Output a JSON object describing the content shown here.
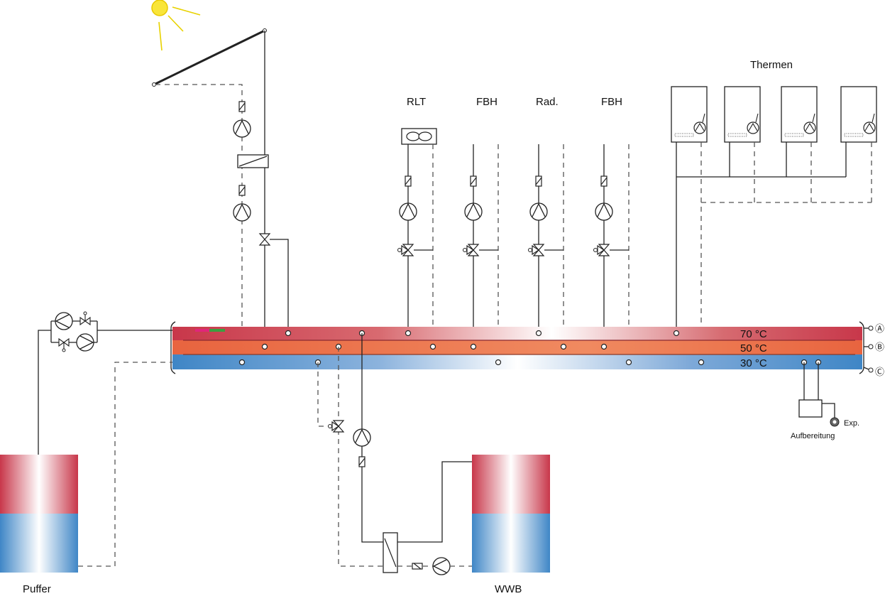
{
  "labels": {
    "thermen": "Thermen",
    "consumers": [
      "RLT",
      "FBH",
      "Rad.",
      "FBH"
    ],
    "puffer": "Puffer",
    "wwb": "WWB",
    "aufbereitung": "Aufbereitung",
    "exp": "Exp."
  },
  "manifold": {
    "temps": [
      "70 °C",
      "50 °C",
      "30 °C"
    ],
    "line_markers": [
      "Ⓐ",
      "Ⓑ",
      "Ⓒ"
    ],
    "colors": {
      "hot": "#c8374a",
      "mid": "#e8643f",
      "cold": "#3f86c6"
    }
  },
  "tank_colors": {
    "hot": "#c8374a",
    "cold": "#3f86c6"
  }
}
